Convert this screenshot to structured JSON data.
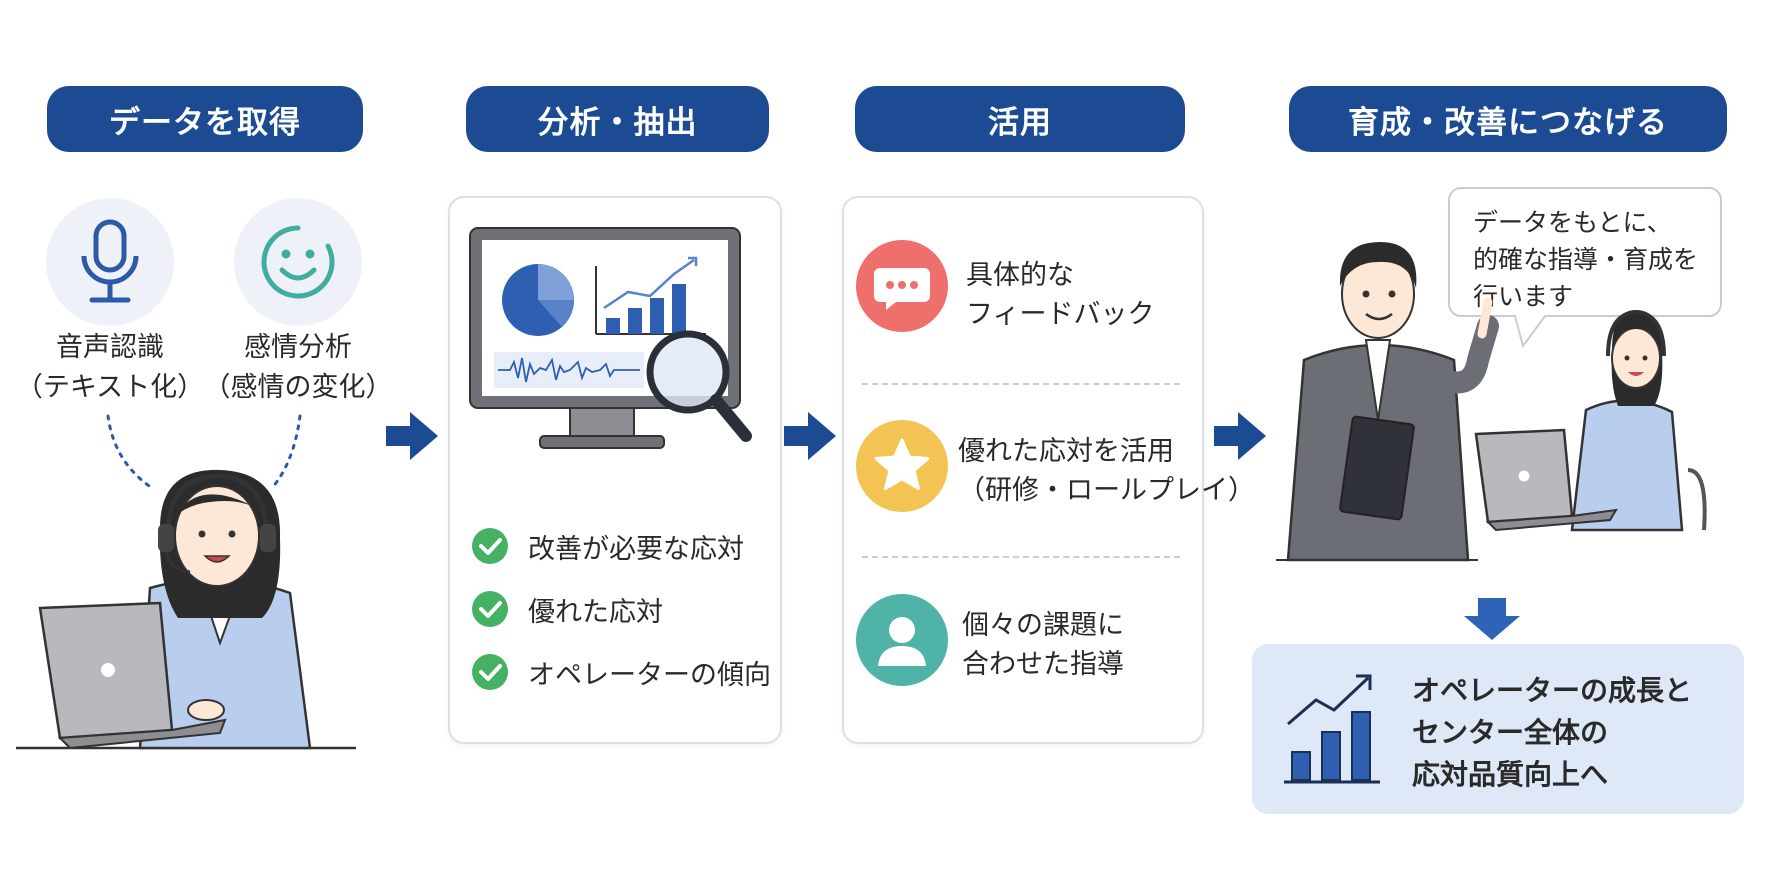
{
  "steps": {
    "acquire": "データを取得",
    "analyze": "分析・抽出",
    "utilize": "活用",
    "develop": "育成・改善につなげる"
  },
  "acquire": {
    "voice_label_line1": "音声認識",
    "voice_label_line2": "（テキスト化）",
    "emotion_label_line1": "感情分析",
    "emotion_label_line2": "（感情の変化）"
  },
  "analyze": {
    "items": [
      "改善が必要な応対",
      "優れた応対",
      "オペレーターの傾向"
    ]
  },
  "utilize": {
    "items": [
      {
        "line1": "具体的な",
        "line2": "フィードバック",
        "icon": "chat-icon",
        "color": "#ee6f6c"
      },
      {
        "line1": "優れた応対を活用",
        "line2": "（研修・ロールプレイ）",
        "icon": "star-icon",
        "color": "#f3c454"
      },
      {
        "line1": "個々の課題に",
        "line2": "合わせた指導",
        "icon": "person-icon",
        "color": "#4fb3a7"
      }
    ]
  },
  "develop": {
    "bubble_line1": "データをもとに、",
    "bubble_line2": "的確な指導・育成を",
    "bubble_line3": "行います",
    "result_line1": "オペレーターの成長と",
    "result_line2": "センター全体の",
    "result_line3": "応対品質向上へ"
  },
  "colors": {
    "header": "#1c4b93",
    "arrow": "#1c4b93",
    "check": "#45b164",
    "result_bg": "#dfe8f6"
  }
}
